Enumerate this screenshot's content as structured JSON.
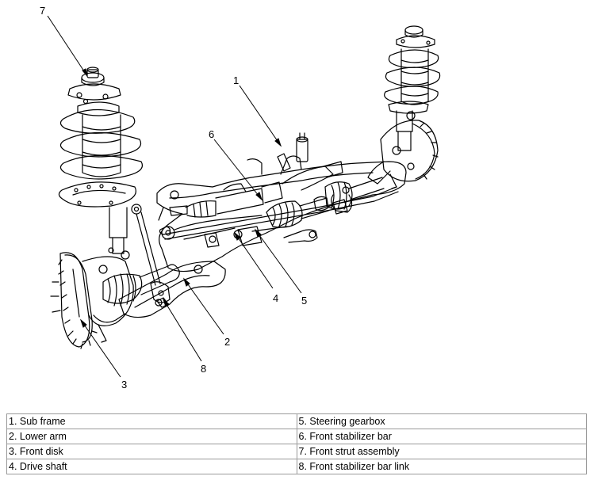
{
  "diagram": {
    "callouts": [
      "1",
      "2",
      "3",
      "4",
      "5",
      "6",
      "7",
      "8"
    ]
  },
  "legend": {
    "left": [
      "1. Sub frame",
      "2. Lower arm",
      "3. Front disk",
      "4. Drive shaft"
    ],
    "right": [
      "5. Steering gearbox",
      "6. Front stabilizer bar",
      "7. Front strut assembly",
      "8. Front stabilizer bar link"
    ]
  }
}
